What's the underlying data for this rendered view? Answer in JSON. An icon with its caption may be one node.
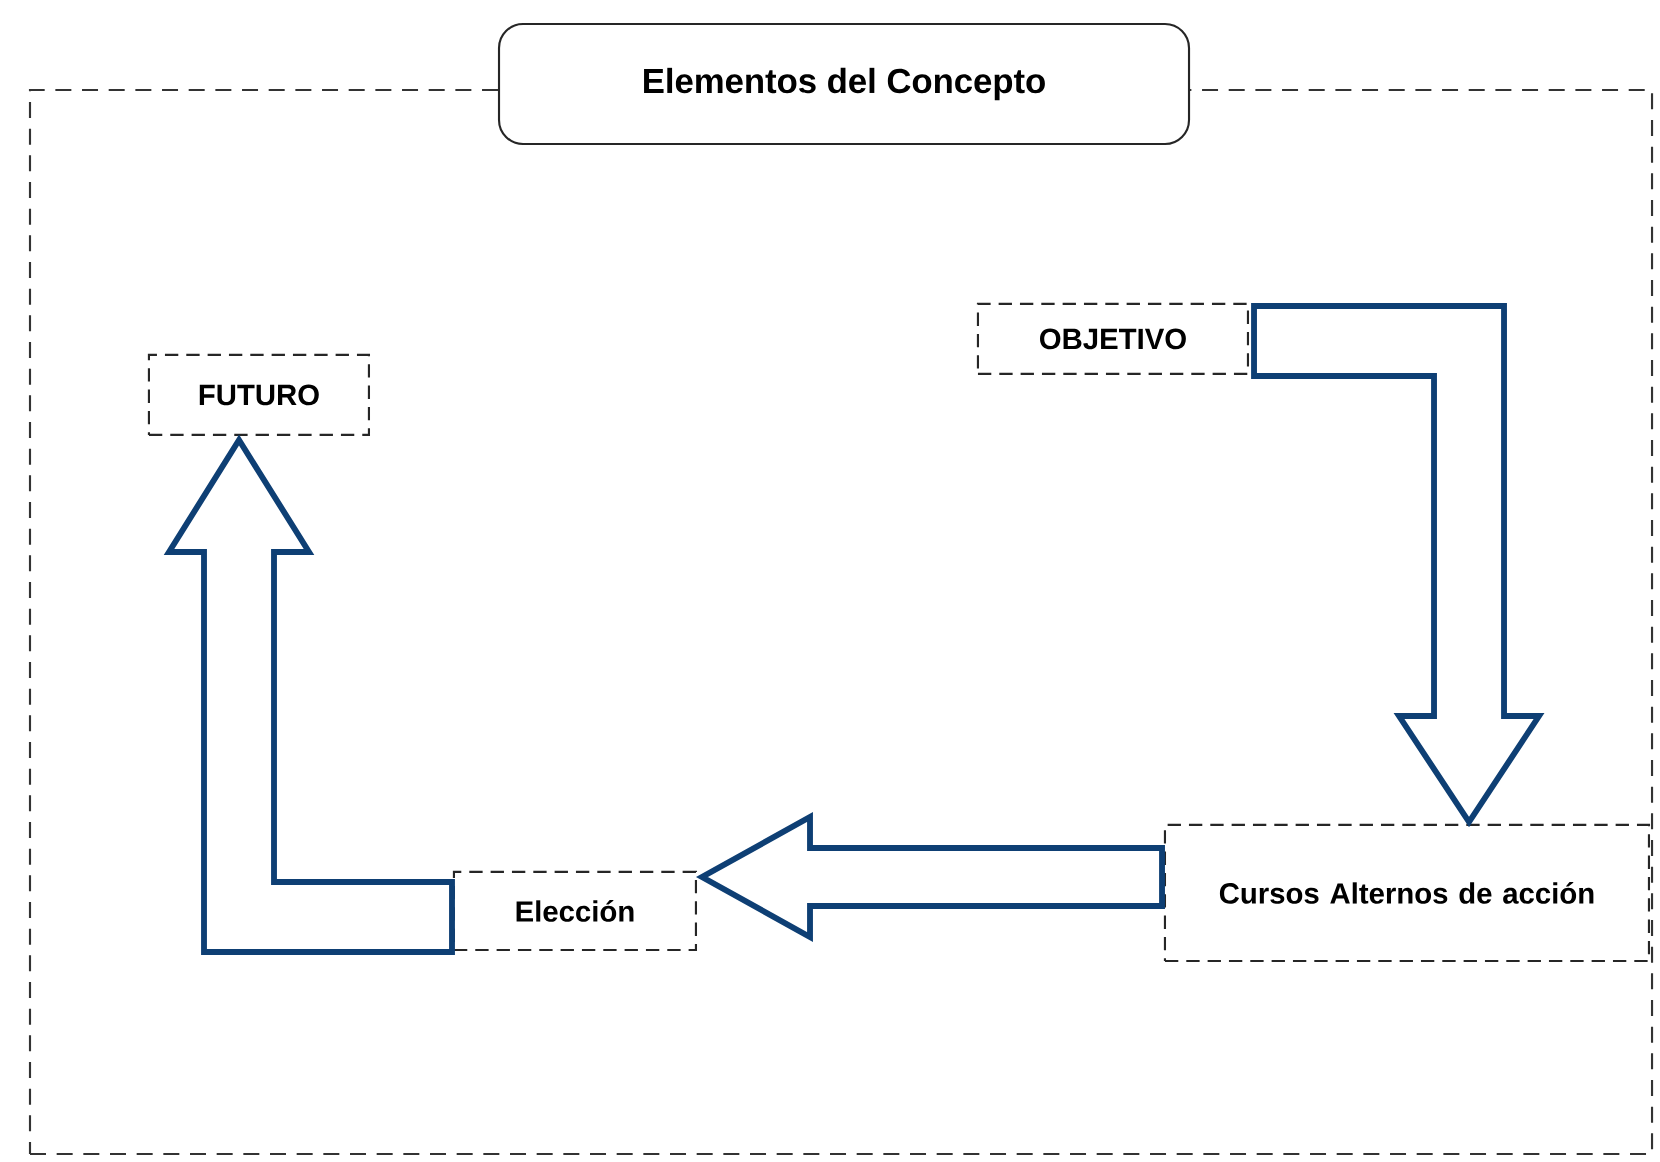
{
  "diagram": {
    "nodes": [
      {
        "text": [
          "Elementos del Concepto"
        ]
      },
      {
        "text": [
          "OBJETIVO"
        ],
        "in": 0
      },
      {
        "text": [
          "Cursos Alternos de acción"
        ],
        "in": 0
      },
      {
        "text": [
          "Elección"
        ],
        "in": 0
      },
      {
        "text": [
          "FUTURO"
        ],
        "in": 0
      }
    ],
    "edges": [
      {
        "from": 1,
        "to": 2,
        "arrow": "to"
      },
      {
        "from": 2,
        "to": 3,
        "arrow": "to"
      },
      {
        "from": 3,
        "to": 4,
        "arrow": "to"
      }
    ]
  }
}
